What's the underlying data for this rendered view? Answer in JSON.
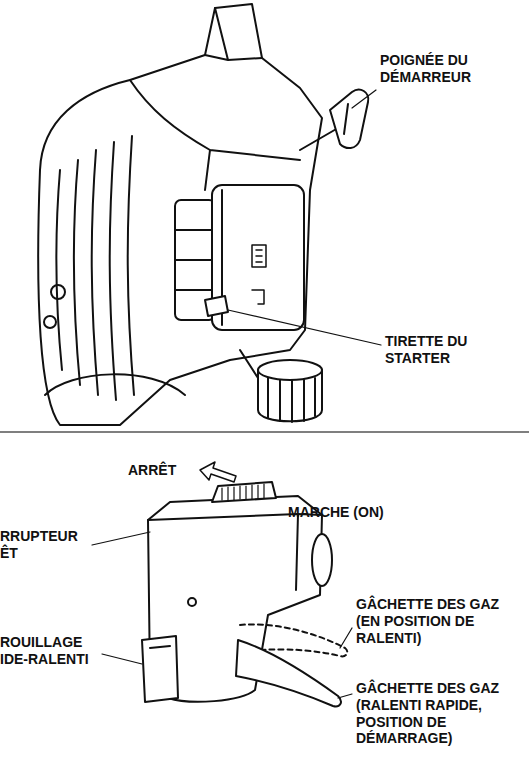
{
  "diagram": {
    "labels": [
      "POIGNÉE DU DÉMARREUR",
      "TIRETTE DU STARTER",
      "ARRÊT",
      "MARCHE (ON)",
      "RRUPTEUR ÊT",
      "ROUILLAGE IDE-RALENTI",
      "GÂCHETTE DES GAZ (EN POSITION DE RALENTI)",
      "GÂCHETTE DES GAZ (RALENTI RAPIDE, POSITION DE DÉMARRAGE)"
    ]
  }
}
